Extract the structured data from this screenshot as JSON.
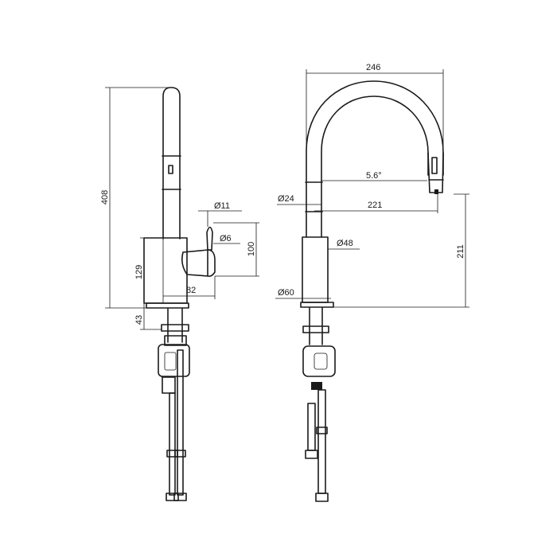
{
  "side_view": {
    "dims": {
      "total_height": "408",
      "handle_diameter": "Ø11",
      "lever_diameter": "Ø6",
      "body_height": "129",
      "lever_height": "100",
      "handle_reach": "82",
      "shank_length": "43"
    }
  },
  "front_view": {
    "dims": {
      "spout_reach": "246",
      "swivel_angle": "5.6°",
      "spout_diameter": "Ø24",
      "outlet_reach": "221",
      "body_diameter": "Ø48",
      "base_diameter": "Ø60",
      "outlet_height": "211"
    }
  }
}
